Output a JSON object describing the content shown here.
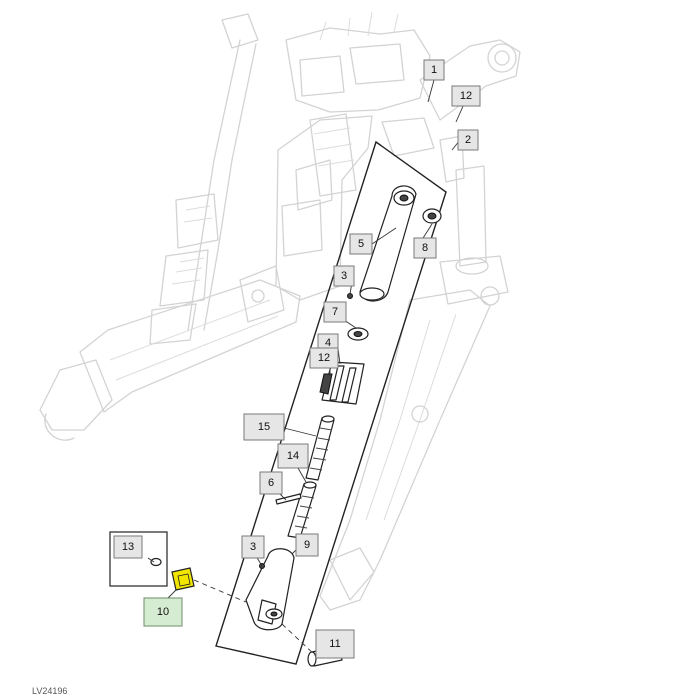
{
  "figure_code": "LV24196",
  "callouts": [
    {
      "id": "c1",
      "label": "1",
      "highlight": false
    },
    {
      "id": "c12a",
      "label": "12",
      "highlight": false
    },
    {
      "id": "c2",
      "label": "2",
      "highlight": false
    },
    {
      "id": "c5",
      "label": "5",
      "highlight": false
    },
    {
      "id": "c8",
      "label": "8",
      "highlight": false
    },
    {
      "id": "c3a",
      "label": "3",
      "highlight": false
    },
    {
      "id": "c7",
      "label": "7",
      "highlight": false
    },
    {
      "id": "c4",
      "label": "4",
      "highlight": false
    },
    {
      "id": "c12b",
      "label": "12",
      "highlight": false
    },
    {
      "id": "c15",
      "label": "15",
      "highlight": false
    },
    {
      "id": "c14",
      "label": "14",
      "highlight": false
    },
    {
      "id": "c6",
      "label": "6",
      "highlight": false
    },
    {
      "id": "c3b",
      "label": "3",
      "highlight": false
    },
    {
      "id": "c9",
      "label": "9",
      "highlight": false
    },
    {
      "id": "c13",
      "label": "13",
      "highlight": false
    },
    {
      "id": "c10",
      "label": "10",
      "highlight": true
    },
    {
      "id": "c11",
      "label": "11",
      "highlight": false
    }
  ],
  "colors": {
    "highlight_box": "#d6ecd2",
    "callout_box": "#e6e6e6",
    "highlight_part": "#f2e600"
  }
}
